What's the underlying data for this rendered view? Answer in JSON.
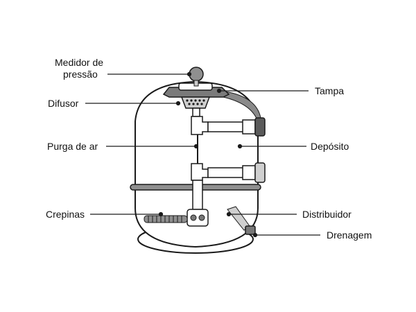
{
  "labels": {
    "medidor_line1": "Medidor de",
    "medidor_line2": "pressão",
    "difusor": "Difusor",
    "purga": "Purga de ar",
    "crepinas": "Crepinas",
    "tampa": "Tampa",
    "deposito": "Depósito",
    "distribuidor": "Distribuidor",
    "drenagem": "Drenagem"
  },
  "colors": {
    "line": "#1a1a1a",
    "tank_fill": "#ffffff",
    "metal": "#8f8f8f",
    "dark_metal": "#5a5a5a",
    "light_metal": "#d0d0d0"
  }
}
